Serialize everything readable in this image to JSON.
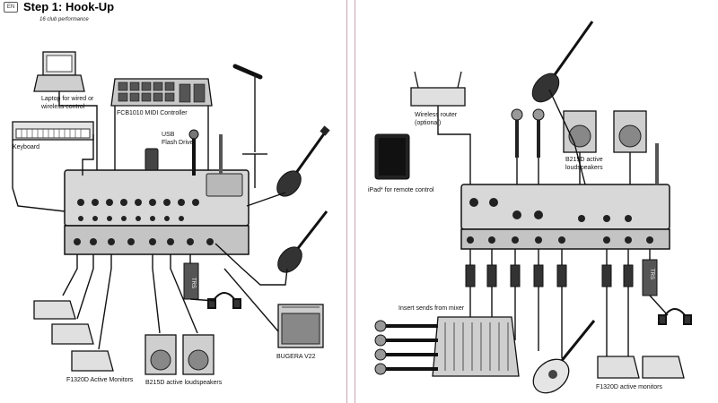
{
  "header": {
    "lang_badge": "EN",
    "title": "Step 1: Hook-Up",
    "subtitle": "16 club performance"
  },
  "left_labels": {
    "laptop_line1": "Laptop for wired or",
    "laptop_line2": "wireless control",
    "keyboard": "Keyboard",
    "midi_controller": "FCB1010 MIDI Controller",
    "usb_line1": "USB",
    "usb_line2": "Flash Drive",
    "monitors": "F1320D Active Monitors",
    "loudspeakers": "B215D active loudspeakers",
    "amp": "BUGERA V22",
    "trs": "TRS"
  },
  "right_labels": {
    "router_line1": "Wireless router",
    "router_line2": "(optional)",
    "ipad": "iPad* for remote control",
    "speakers_line1": "B215D active",
    "speakers_line2": "loudspeakers",
    "insert_sends": "Insert sends from mixer",
    "monitors": "F1320D active monitors",
    "trs": "TRS"
  },
  "colors": {
    "divider": "#c9a7b0",
    "line": "#111111",
    "device": "#d8d8d8",
    "dark": "#333333"
  }
}
